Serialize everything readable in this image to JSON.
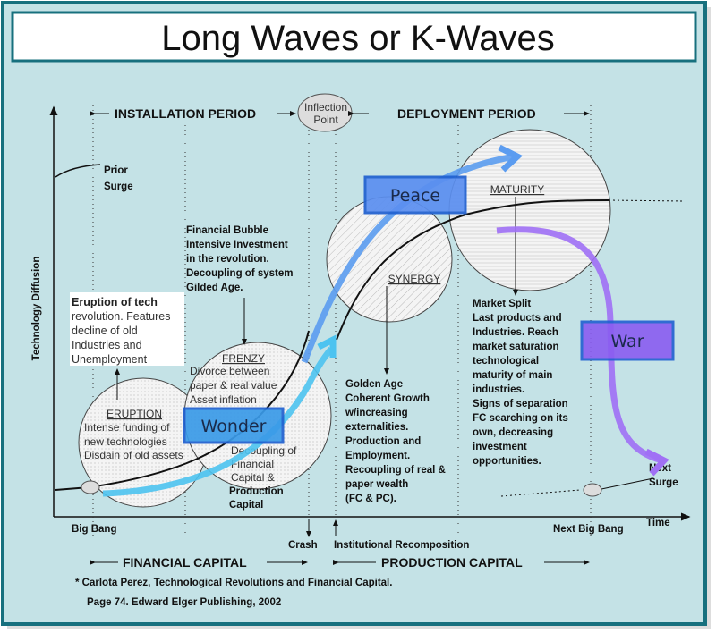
{
  "title": "Long Waves or K-Waves",
  "y_axis_label": "Technology Diffusion",
  "x_axis_label": "Time",
  "header": {
    "installation": "INSTALLATION PERIOD",
    "inflection_line1": "Inflection",
    "inflection_line2": "Point",
    "deployment": "DEPLOYMENT PERIOD"
  },
  "prior_surge": [
    "Prior",
    "Surge"
  ],
  "next_surge": [
    "Next",
    "Surge"
  ],
  "phases": {
    "eruption": {
      "title": "ERUPTION",
      "lines": [
        "Intense funding of",
        "new technologies",
        "Disdain of old assets"
      ]
    },
    "frenzy": {
      "title": "FRENZY",
      "lines": [
        "Divorce between",
        "paper & real value",
        "Asset inflation",
        "Decoupling of",
        "Financial",
        "Capital &"
      ],
      "bold_lines": [
        "Production",
        "Capital"
      ]
    },
    "synergy": {
      "title": "SYNERGY"
    },
    "maturity": {
      "title": "MATURITY"
    }
  },
  "notes": {
    "eruption_note": [
      "Eruption of tech",
      "revolution. Features",
      "decline of old",
      "Industries and",
      "Unemployment"
    ],
    "bubble_note": [
      "Financial Bubble",
      "Intensive Investment",
      "in the revolution.",
      "Decoupling of system",
      "Gilded Age."
    ],
    "golden_age": [
      "Golden Age",
      "Coherent Growth",
      "w/increasing",
      "externalities.",
      "Production and",
      "Employment.",
      "Recoupling of real &",
      "paper wealth",
      "(FC & PC)."
    ],
    "market_split": [
      "Market Split",
      "Last products and",
      "Industries. Reach",
      "market saturation",
      "technological",
      "maturity of main",
      "industries.",
      "Signs of separation",
      "FC searching on its",
      "own, decreasing",
      "investment",
      "opportunities."
    ]
  },
  "overlays": {
    "wonder": "Wonder",
    "peace": "Peace",
    "war": "War"
  },
  "overlay_colors": {
    "wonder": "#3a9ae8",
    "peace": "#5b8ff0",
    "war": "#8a5cf0",
    "wonder_arrow": "#4cc3f0",
    "war_arrow": "#a070f5"
  },
  "bottom": {
    "big_bang": "Big Bang",
    "crash": "Crash",
    "institutional": "Institutional Recomposition",
    "next_big_bang": "Next Big Bang",
    "financial_capital": "FINANCIAL CAPITAL",
    "production_capital": "PRODUCTION CAPITAL"
  },
  "footnote": {
    "line1": "* Carlota Perez, Technological Revolutions and Financial Capital.",
    "line2": "Page 74.  Edward Elger Publishing, 2002"
  }
}
